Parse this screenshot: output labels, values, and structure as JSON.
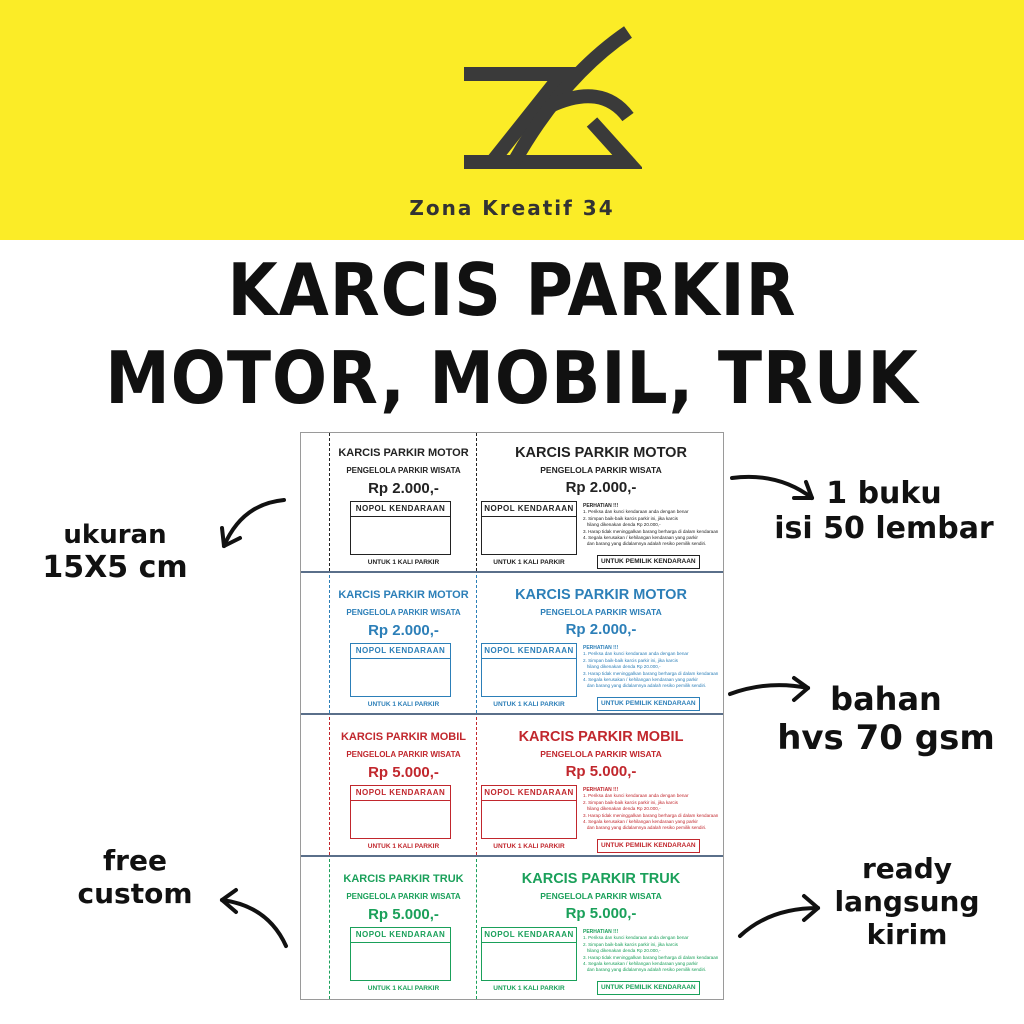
{
  "brand": {
    "name": "Zona Kreatif 34",
    "logo_icon": "zk-monogram-logo",
    "banner_color": "#fbec27"
  },
  "headline": {
    "line1": "KARCIS PARKIR",
    "line2": "MOTOR, MOBIL, TRUK"
  },
  "tickets": [
    {
      "color": "#222222",
      "stub_title": "KARCIS PARKIR MOTOR",
      "main_title": "KARCIS PARKIR MOTOR",
      "subtitle": "PENGELOLA PARKIR WISATA",
      "price": "Rp 2.000,-",
      "plate_label": "NOPOL KENDARAAN",
      "once_label": "UNTUK 1 KALI PARKIR",
      "owner_label": "UNTUK PEMILIK KENDARAAN"
    },
    {
      "color": "#2c7fb8",
      "stub_title": "KARCIS PARKIR MOTOR",
      "main_title": "KARCIS PARKIR MOTOR",
      "subtitle": "PENGELOLA PARKIR WISATA",
      "price": "Rp 2.000,-",
      "plate_label": "NOPOL KENDARAAN",
      "once_label": "UNTUK 1 KALI PARKIR",
      "owner_label": "UNTUK PEMILIK KENDARAAN"
    },
    {
      "color": "#c1272d",
      "stub_title": "KARCIS PARKIR MOBIL",
      "main_title": "KARCIS PARKIR MOBIL",
      "subtitle": "PENGELOLA PARKIR WISATA",
      "price": "Rp 5.000,-",
      "plate_label": "NOPOL KENDARAAN",
      "once_label": "UNTUK 1 KALI PARKIR",
      "owner_label": "UNTUK PEMILIK KENDARAAN"
    },
    {
      "color": "#1aa05a",
      "stub_title": "KARCIS PARKIR TRUK",
      "main_title": "KARCIS PARKIR TRUK",
      "subtitle": "PENGELOLA PARKIR WISATA",
      "price": "Rp 5.000,-",
      "plate_label": "NOPOL KENDARAAN",
      "once_label": "UNTUK 1 KALI PARKIR",
      "owner_label": "UNTUK PEMILIK KENDARAAN"
    }
  ],
  "notice": {
    "title": "PERHATIAN !!!",
    "lines": [
      "1. Periksa dan kunci kendaraan anda dengan benar",
      "2. Simpan baik-baik karcis parkir ini, jika karcis",
      "   hilang dikenakan denda Rp 20.000,-",
      "3. Harap tidak meninggalkan barang berharga di dalam kendaraan",
      "4. Segala kerusakan / kehilangan kendaraan yang parkir",
      "   dan barang yang didalamnya adalah resiko pemilik sendiri."
    ]
  },
  "notes": {
    "size_line1": "ukuran",
    "size_line2": "15X5 cm",
    "book_line1": "1 buku",
    "book_line2": "isi 50 lembar",
    "material_line1": "bahan",
    "material_line2": "hvs 70 gsm",
    "custom_line1": "free",
    "custom_line2": "custom",
    "ready_line1": "ready",
    "ready_line2": "langsung",
    "ready_line3": "kirim"
  }
}
